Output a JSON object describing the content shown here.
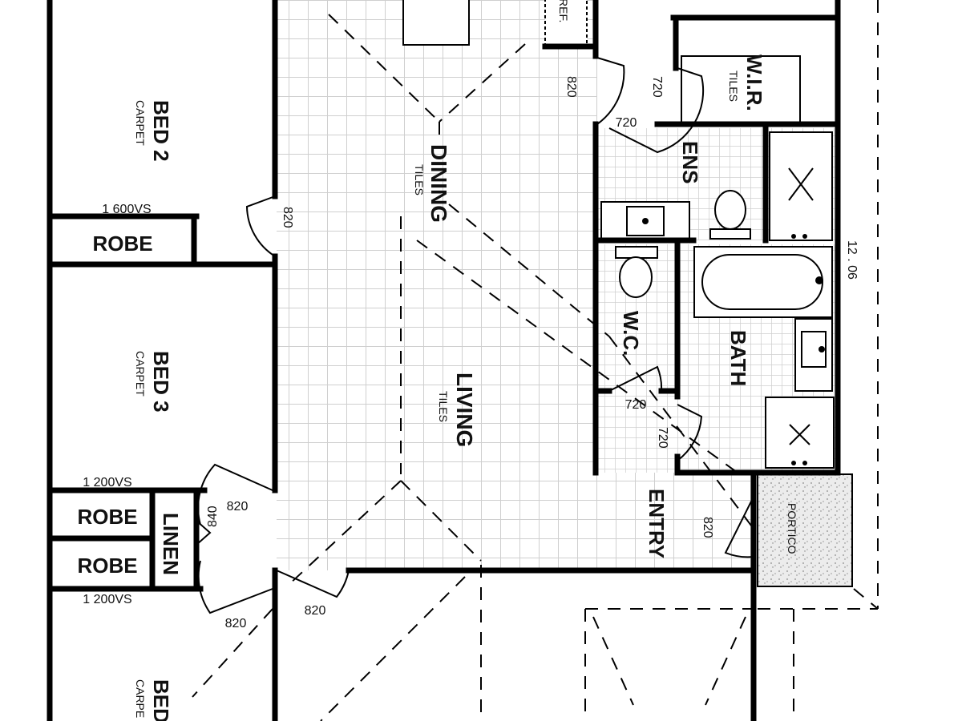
{
  "rooms": {
    "bed2": {
      "name": "BED 2",
      "finish": "CARPET"
    },
    "bed3": {
      "name": "BED 3",
      "finish": "CARPET"
    },
    "bed4": {
      "name": "BED",
      "finish": "CARPE"
    },
    "robe1": "ROBE",
    "robe2": "ROBE",
    "robe3": "ROBE",
    "linen": "LINEN",
    "dining": {
      "name": "DINING",
      "finish": "TILES"
    },
    "living": {
      "name": "LIVING",
      "finish": "TILES"
    },
    "wir": {
      "name": "W.I.R.",
      "finish": "TILES"
    },
    "ens": "ENS",
    "wc": "W.C.",
    "bath": "BATH",
    "entry": "ENTRY",
    "portico": "PORTICO",
    "ref": "REF."
  },
  "dimensions": {
    "robe_top": "1 600VS",
    "robe_mid": "1 200VS",
    "robe_bot": "1 200VS",
    "door_bed2": "820",
    "door_bed3": "820",
    "door_linen": "840",
    "door_bed4": "820",
    "door_hall": "820",
    "door_dining": "820",
    "door_wir_a": "720",
    "door_wir_b": "720",
    "door_wc": "720",
    "door_bath": "720",
    "door_entry": "820",
    "wall_len": "12 . 06"
  }
}
